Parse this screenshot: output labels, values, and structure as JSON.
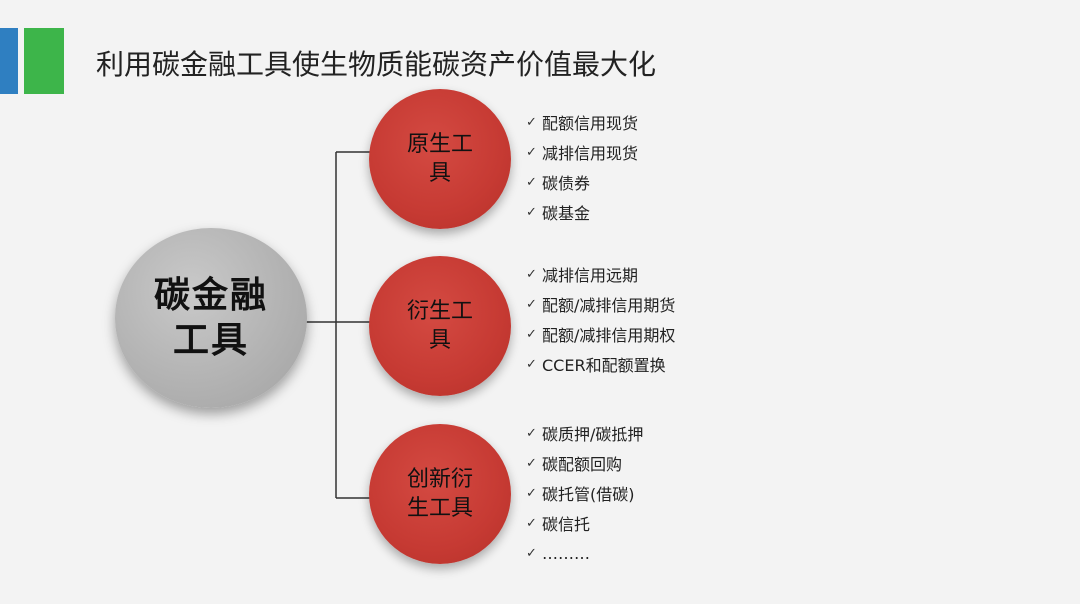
{
  "colors": {
    "accent_blue": "#2f7fc1",
    "accent_green": "#3db54a",
    "connector": "#333333"
  },
  "title": "利用碳金融工具使生物质能碳资产价值最大化",
  "hub": {
    "label": "碳金融工具"
  },
  "check_icon": "checkmark-icon",
  "check_glyph": "✓",
  "branches": [
    {
      "label": "原生工具",
      "items": [
        "配额信用现货",
        "减排信用现货",
        "碳债券",
        "碳基金"
      ]
    },
    {
      "label": "衍生工具",
      "items": [
        "减排信用远期",
        "配额/减排信用期货",
        "配额/减排信用期权",
        "CCER和配额置换"
      ]
    },
    {
      "label": "创新衍生工具",
      "items": [
        "碳质押/碳抵押",
        "碳配额回购",
        "碳托管(借碳)",
        "碳信托",
        "………"
      ]
    }
  ]
}
